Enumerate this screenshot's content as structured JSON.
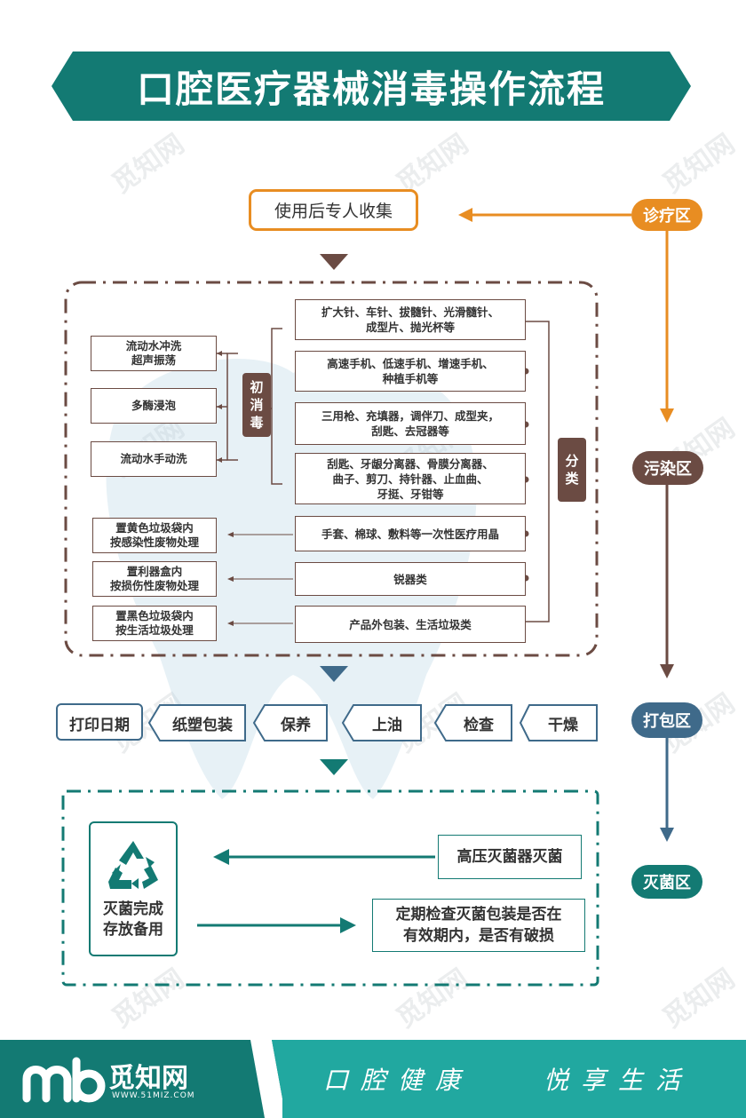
{
  "title": "口腔医疗器械消毒操作流程",
  "watermark": "觅知网",
  "zones": {
    "clinic": "诊疗区",
    "contaminated": "污染区",
    "packaging": "打包区",
    "sterilization": "灭菌区"
  },
  "collect": "使用后专人收集",
  "initial_disinfection": {
    "tag": "初消毒",
    "steps": [
      "流动水冲洗\n超声振荡",
      "多酶浸泡",
      "流动水手动洗"
    ]
  },
  "classify_tag": "分类",
  "items": [
    "扩大针、车针、拔髓针、光滑髓针、\n成型片、抛光杯等",
    "高速手机、低速手机、增速手机、\n种植手机等",
    "三用枪、充填器，调伴刀、成型夹，\n刮匙、去冠器等",
    "刮匙、牙龈分离器、骨膜分离器、\n曲子、剪刀、持针器、止血曲、\n牙挺、牙钳等",
    "手套、棉球、敷料等一次性医疗用晶",
    "锐器类",
    "产品外包装、生活垃圾类"
  ],
  "disposal": [
    "置黄色垃圾袋内\n按感染性废物处理",
    "置利器盒内\n按损伤性废物处理",
    "置黑色垃圾袋内\n按生活垃圾处理"
  ],
  "pack_steps": [
    "打印日期",
    "纸塑包装",
    "保养",
    "上油",
    "检查",
    "干燥"
  ],
  "sterilization": {
    "done": "灭菌完成\n存放备用",
    "autoclave": "高压灭菌器灭菌",
    "check": "定期检查灭菌包装是否在\n有效期内，是否有破损"
  },
  "footer": {
    "logo": "觅知网",
    "url": "WWW.51MIZ.COM",
    "slogan_left": "口腔健康",
    "slogan_right": "悦享生活"
  },
  "colors": {
    "teal": "#137a73",
    "orange": "#e88d22",
    "brown": "#6b4b43",
    "blue": "#3f6a8a"
  }
}
